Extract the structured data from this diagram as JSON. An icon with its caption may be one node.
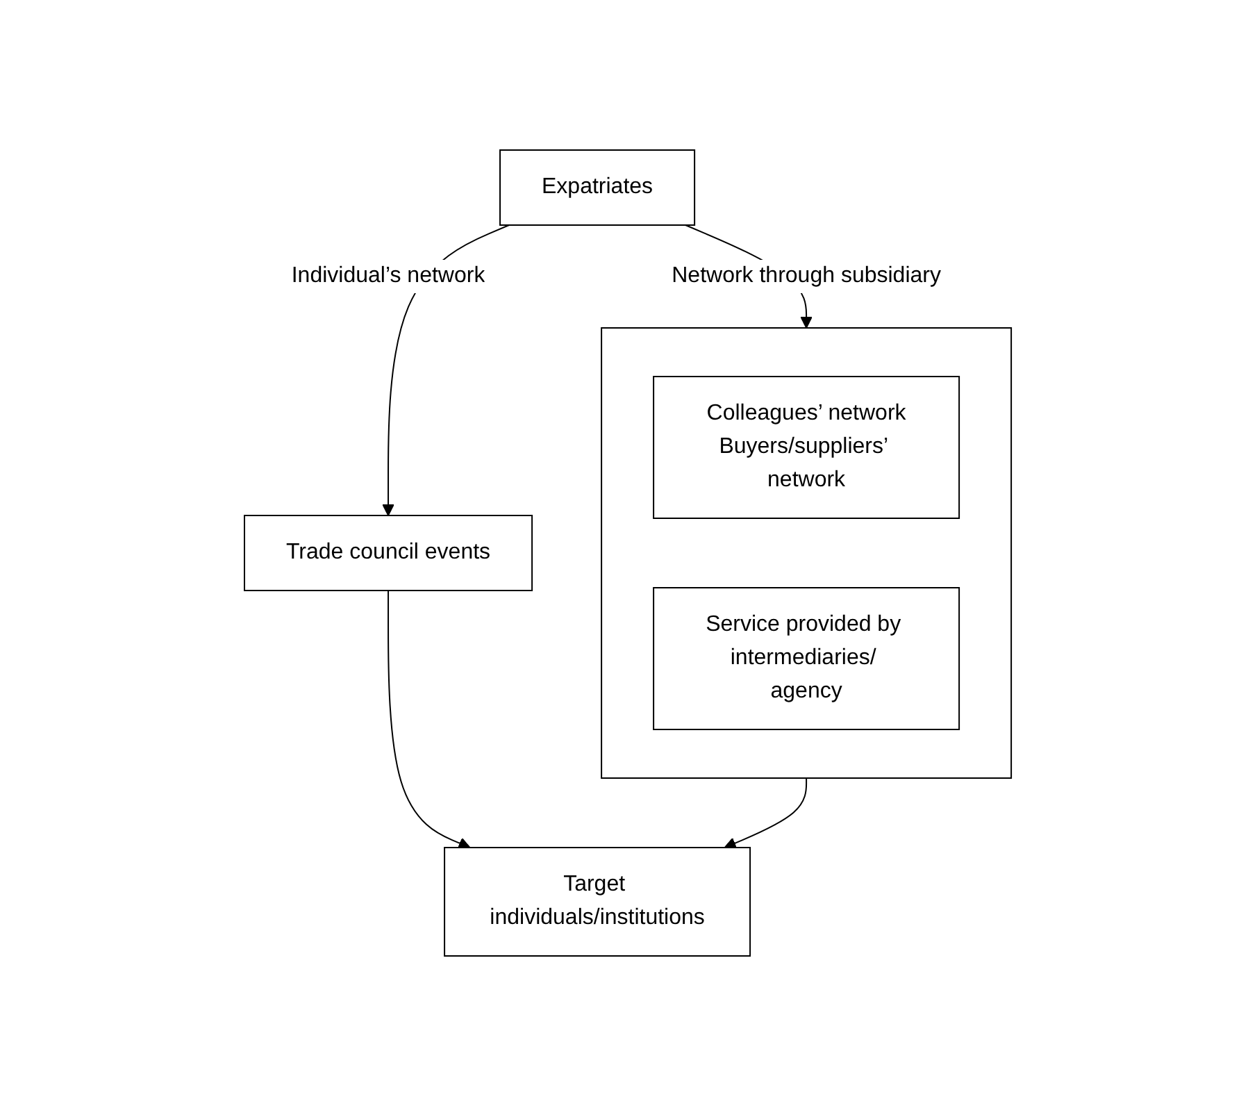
{
  "diagram": {
    "nodes": [
      {
        "text": [
          "Expatriates"
        ]
      },
      {
        "text": [],
        "shape": "box"
      },
      {
        "text": [
          "Colleagues’ network",
          "Buyers/suppliers’ network"
        ],
        "in": 1
      },
      {
        "text": [
          "Service provided by intermediaries/ agency"
        ],
        "in": 1
      },
      {
        "text": [
          "Trade council events"
        ]
      },
      {
        "text": [
          "Target individuals/institutions"
        ]
      }
    ],
    "edges": [
      {
        "from": 0,
        "to": 1,
        "arrow": "to",
        "label": "Network through subsidiary"
      },
      {
        "from": 0,
        "to": 4,
        "arrow": "to",
        "label": "Individual’s network"
      },
      {
        "from": 1,
        "to": 5,
        "arrow": "to"
      },
      {
        "from": 4,
        "to": 5,
        "arrow": "to"
      }
    ]
  }
}
